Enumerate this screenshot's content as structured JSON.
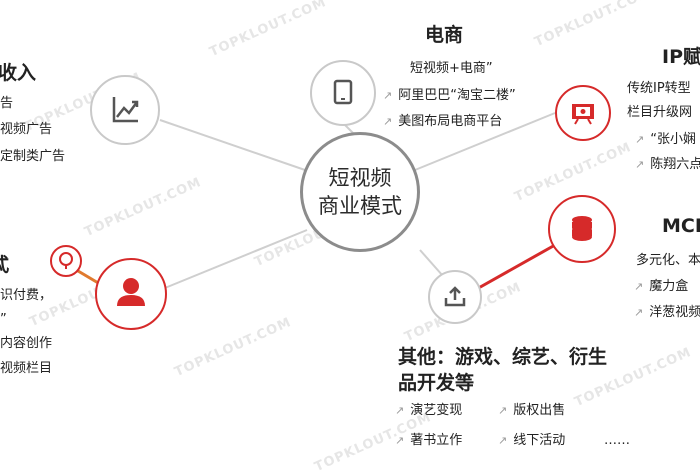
{
  "center": {
    "line1": "短视频",
    "line2": "商业模式"
  },
  "ecommerce": {
    "title": "电商",
    "items": [
      "短视频+电商”",
      "阿里巴巴“淘宝二楼”",
      "美图布局电商平台"
    ]
  },
  "ip": {
    "title": "IP赋",
    "items": [
      "传统IP转型",
      "栏目升级网",
      "“张小娴",
      "陈翔六点"
    ]
  },
  "mcn": {
    "title": "MCN",
    "items": [
      "多元化、本",
      "魔力盒",
      "洋葱视频"
    ]
  },
  "ad": {
    "title": "收入",
    "items": [
      "告",
      "视频广告",
      "定制类广告"
    ]
  },
  "content": {
    "title": "忒",
    "items": [
      "识付费，",
      "”",
      "内容创作",
      "视频栏目"
    ]
  },
  "other": {
    "title_line1": "其他：游戏、综艺、衍生",
    "title_line2": "品开发等",
    "items": [
      "演艺变现",
      "版权出售",
      "著书立作",
      "线下活动",
      "……"
    ]
  },
  "watermark": "TOPKLOUT.COM",
  "colors": {
    "accent": "#d62a2a",
    "line_gray": "#c9c9c9"
  },
  "icons": {
    "ad": "trend-chart-icon",
    "ecommerce": "tablet-icon",
    "ip": "presentation-icon",
    "mcn": "database-icon",
    "content": "person-icon",
    "content_small": "map-pin-icon",
    "other": "upload-icon"
  }
}
